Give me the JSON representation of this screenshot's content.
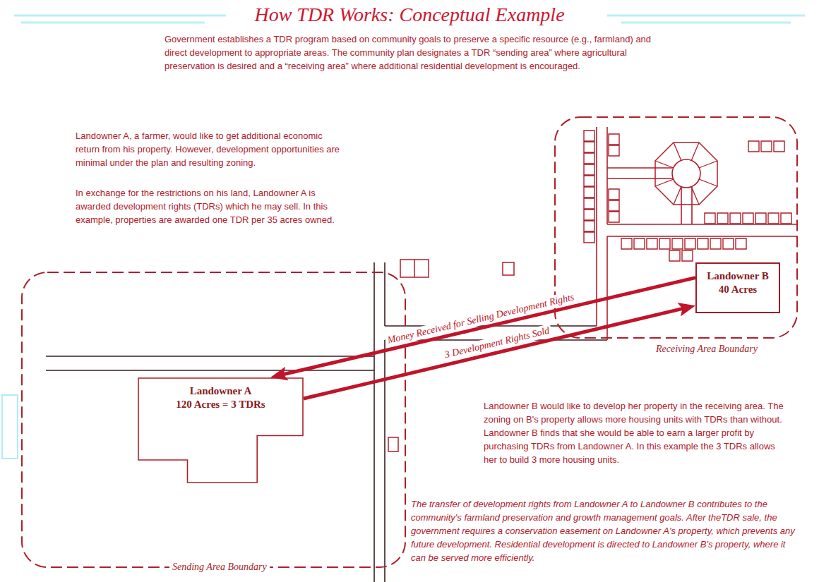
{
  "diagram": {
    "title": "How TDR Works: Conceptual Example",
    "nodes": [
      {
        "text": [
          "Sending Area Boundary"
        ]
      },
      {
        "text": [
          "Landowner A",
          "120 Acres = 3 TDRs"
        ],
        "in": 0
      },
      {
        "text": [
          "Receiving Area Boundary"
        ]
      },
      {
        "text": [
          "Landowner B",
          "40 Acres"
        ],
        "in": 2
      }
    ],
    "edges": [
      {
        "from": 3,
        "to": 1,
        "arrow": "to",
        "label": "Money Received for Selling Development Rights"
      },
      {
        "from": 1,
        "to": 3,
        "arrow": "to",
        "label": "3 Development Rights Sold"
      }
    ],
    "labels": [
      "Government establishes a TDR program based on community goals to preserve a specific resource (e.g., farmland) and direct development to appropriate areas. The community plan designates a TDR “sending area” where agricultural preservation is desired and a “receiving area” where additional residential development is encouraged.",
      "Landowner A, a farmer, would like to get additional economic return from his property. However, development opportunities are minimal under the plan and resulting zoning.",
      "In exchange for the restrictions on his land, Landowner A is awarded development rights (TDRs) which he may sell. In this example, properties are awarded one TDR per 35 acres owned.",
      "Landowner B would like to develop her property in the receiving area. The zoning on B's property allows more housing units with TDRs than without. Landowner B finds that she would be able to earn a larger profit by purchasing TDRs from Landowner A. In this example the 3 TDRs allows her to build 3 more housing units.",
      "The transfer of development rights from Landowner A to Landowner B contributes to the community's farmland preservation and growth management goals. After theTDR sale, the government requires a conservation easement on Landowner A's property, which prevents any future development. Residential development is directed to Landowner B's property, where it can be served more efficiently."
    ]
  }
}
